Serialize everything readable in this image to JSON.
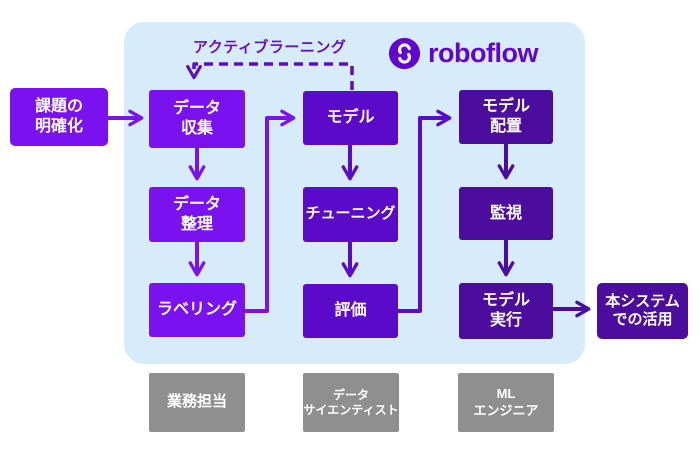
{
  "logo": {
    "text": "roboflow"
  },
  "annotations": {
    "active_learning_label": "アクティブラーニング"
  },
  "colors": {
    "panel_bg": "#d7ecfa",
    "purple_bright": "#7a12f0",
    "purple_mid": "#5a0ac8",
    "purple_dark": "#4c0d9e",
    "label_purple": "#6a0fc2",
    "logo_purple": "#6205ce",
    "role_gray": "#8f8f8f"
  },
  "flow": {
    "input": {
      "label": "課題の\n明確化"
    },
    "output": {
      "label": "本システム\nでの活用"
    },
    "columns": [
      {
        "steps": [
          {
            "label": "データ\n収集"
          },
          {
            "label": "データ\n整理"
          },
          {
            "label": "ラベリング"
          }
        ]
      },
      {
        "steps": [
          {
            "label": "モデル"
          },
          {
            "label": "チューニング"
          },
          {
            "label": "評価"
          }
        ]
      },
      {
        "steps": [
          {
            "label": "モデル\n配置"
          },
          {
            "label": "監視"
          },
          {
            "label": "モデル\n実行"
          }
        ]
      }
    ]
  },
  "roles": [
    {
      "label": "業務担当"
    },
    {
      "label": "データ\nサイエンティスト"
    },
    {
      "label": "ML\nエンジニア"
    }
  ]
}
